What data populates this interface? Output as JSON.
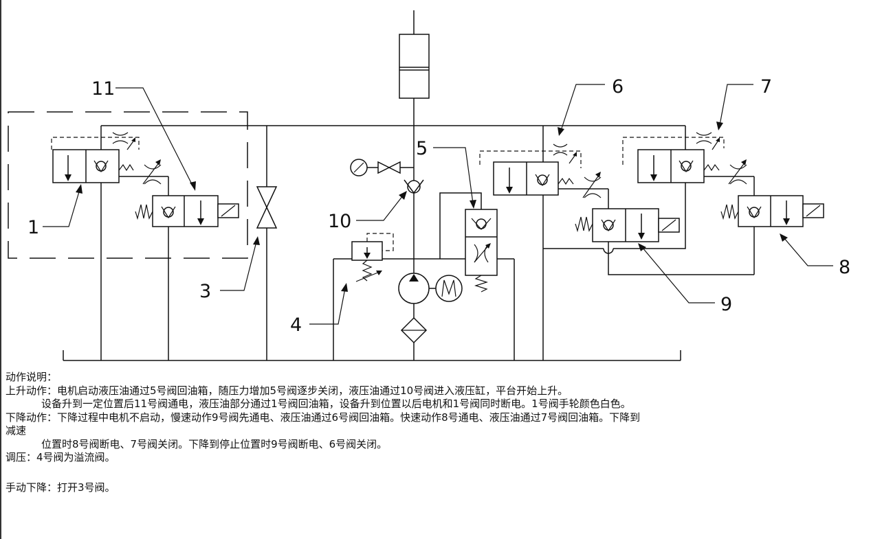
{
  "diagram": {
    "labels": {
      "l1": "1",
      "l3": "3",
      "l4": "4",
      "l5": "5",
      "l6": "6",
      "l7": "7",
      "l8": "8",
      "l9": "9",
      "l10": "10",
      "l11": "11"
    }
  },
  "notes": {
    "title": "动作说明：",
    "rise_1": "上升动作：电机启动液压油通过5号阀回油箱，随压力增加5号阀逐步关闭，液压油通过10号阀进入液压缸，平台开始上升。",
    "rise_2": "设备升到一定位置后11号阀通电，液压油部分通过1号阀回油箱，设备升到位置以后电机和1号阀同时断电。1号阀手轮颜色白色。",
    "fall_1": "下降动作：下降过程中电机不启动，慢速动作9号阀先通电、液压油通过6号阀回油箱。快速动作8号通电、液压油通过7号阀回油箱。下降到",
    "fall_1b": "减速",
    "fall_2": "位置时8号阀断电、7号阀关闭。下降到停止位置时9号阀断电、6号阀关闭。",
    "pressure": "调压：4号阀为溢流阀。",
    "manual": "手动下降：打开3号阀。"
  }
}
